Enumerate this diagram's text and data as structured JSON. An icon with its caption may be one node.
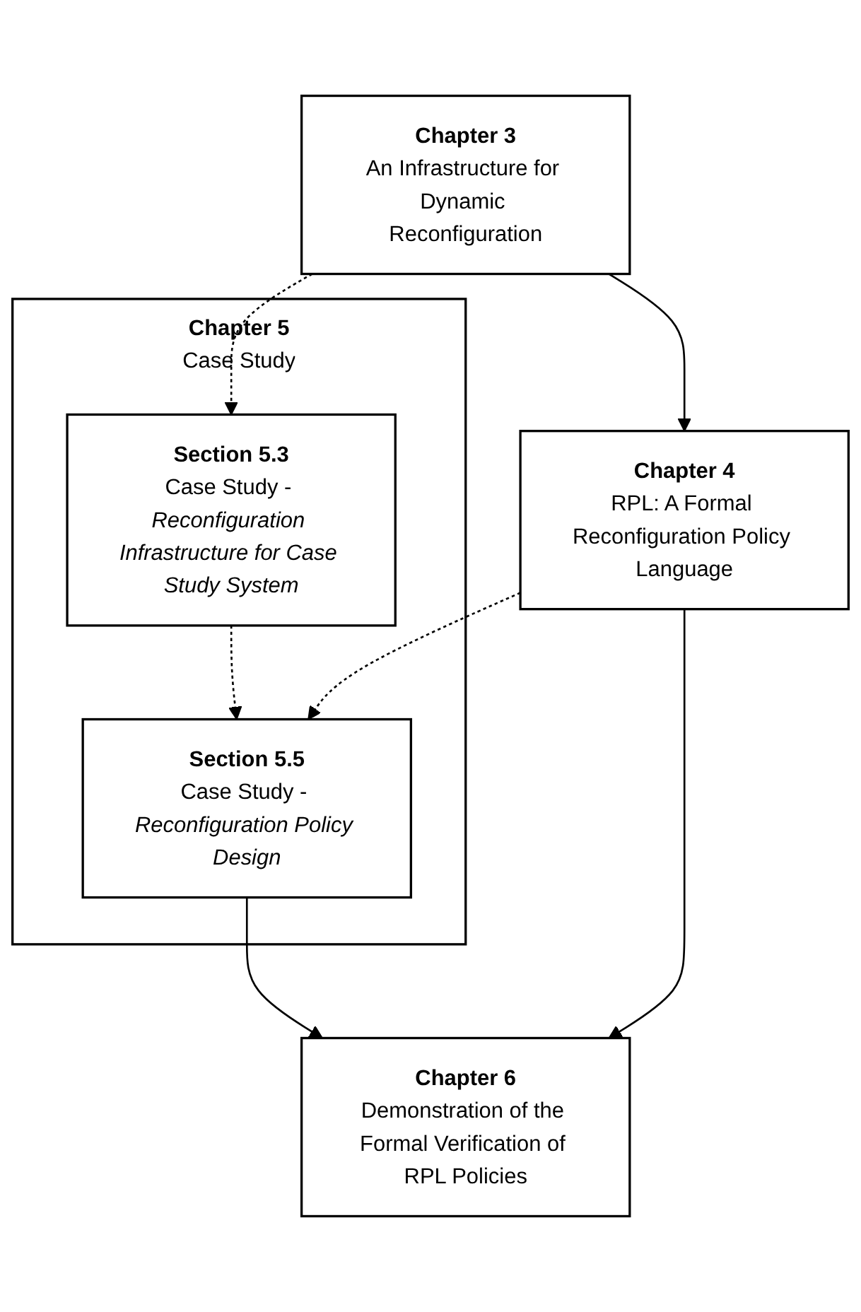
{
  "diagram": {
    "nodes": [
      {
        "text": [
          "Chapter 5",
          "Case Study"
        ]
      },
      {
        "text": [
          "Section 5.3",
          "Case Study - *Reconfiguration Infrastructure for Case Study System*"
        ],
        "in": 0
      },
      {
        "text": [
          "Chapter 3",
          "An Infrastructure for Dynamic Reconfiguration"
        ]
      },
      {
        "text": [
          "Chapter 4",
          "RPL: A Formal Reconfiguration Policy Language"
        ]
      },
      {
        "text": [
          "Section 5.5",
          "Case Study - *Reconfiguration Policy Design*"
        ],
        "in": 0
      },
      {
        "text": [
          "Chapter 6",
          "Demonstration of the Formal Verification of RPL Policies"
        ]
      }
    ],
    "edges": [
      {
        "from": 2,
        "to": 1,
        "arrow": "to",
        "style": "dashed"
      },
      {
        "from": 1,
        "to": 4,
        "arrow": "to",
        "style": "dashed"
      },
      {
        "from": 2,
        "to": 3,
        "arrow": "to"
      },
      {
        "from": 3,
        "to": 4,
        "arrow": "to",
        "style": "dashed"
      },
      {
        "from": 3,
        "to": 5,
        "arrow": "to"
      },
      {
        "from": 4,
        "to": 5,
        "arrow": "to"
      }
    ]
  }
}
